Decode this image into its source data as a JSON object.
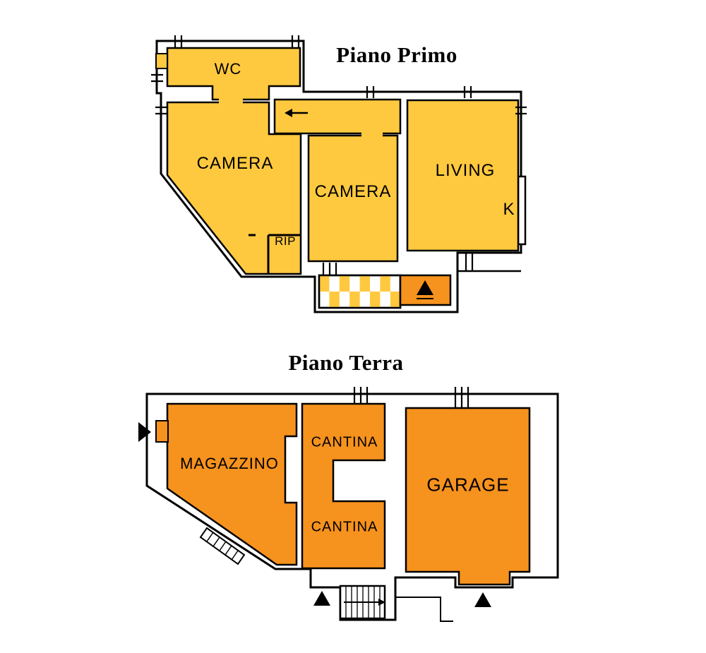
{
  "page": {
    "type": "architectural floor plan",
    "background": "#FFFFFF"
  },
  "palette": {
    "first_floor_room_fill": "#FFC93F",
    "ground_floor_room_fill": "#F6921E",
    "wall_line": "#000000",
    "paper": "#FFFFFF"
  },
  "floors": [
    {
      "title": "Piano Primo",
      "rooms": [
        {
          "label": "WC"
        },
        {
          "label": "CAMERA"
        },
        {
          "label": "CAMERA"
        },
        {
          "label": "LIVING"
        },
        {
          "label": "K"
        },
        {
          "label": "RIP"
        }
      ]
    },
    {
      "title": "Piano Terra",
      "rooms": [
        {
          "label": "MAGAZZINO"
        },
        {
          "label": "CANTINA"
        },
        {
          "label": "CANTINA"
        },
        {
          "label": "GARAGE"
        }
      ]
    }
  ]
}
